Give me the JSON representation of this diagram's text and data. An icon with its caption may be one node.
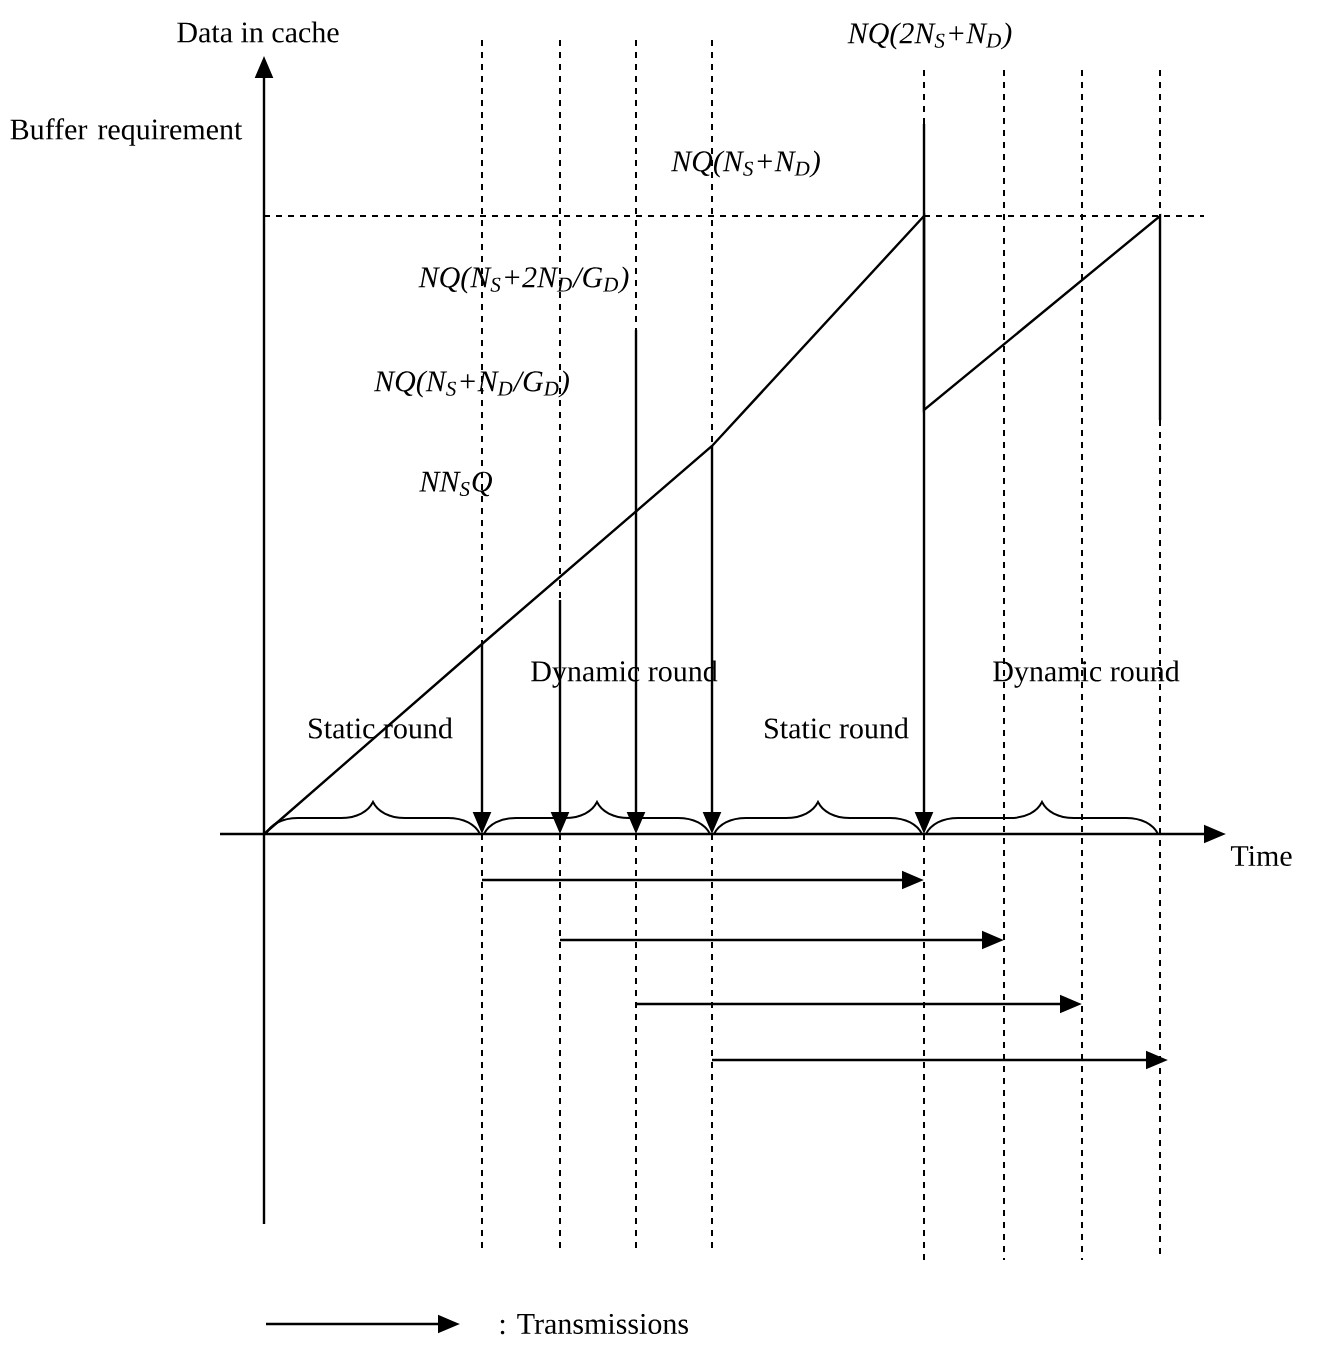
{
  "diagram": {
    "labels": [
      "Data in cache",
      "Buffer requirement",
      "NQ(2N$_{S}$+N$_{D}$)",
      "NQ(N$_{S}$+N$_{D}$)",
      "NQ(N$_{S}$+2N$_{D}$/G$_{D}$)",
      "NQ(N$_{S}$+N$_{D}$/G$_{D}$)",
      "NN$_{S}$Q",
      "Dynamic  round",
      "Static round",
      "Static round",
      "Dynamic  round",
      "Time"
    ],
    "legend": [
      {
        "text": ": Transmissions"
      }
    ]
  }
}
